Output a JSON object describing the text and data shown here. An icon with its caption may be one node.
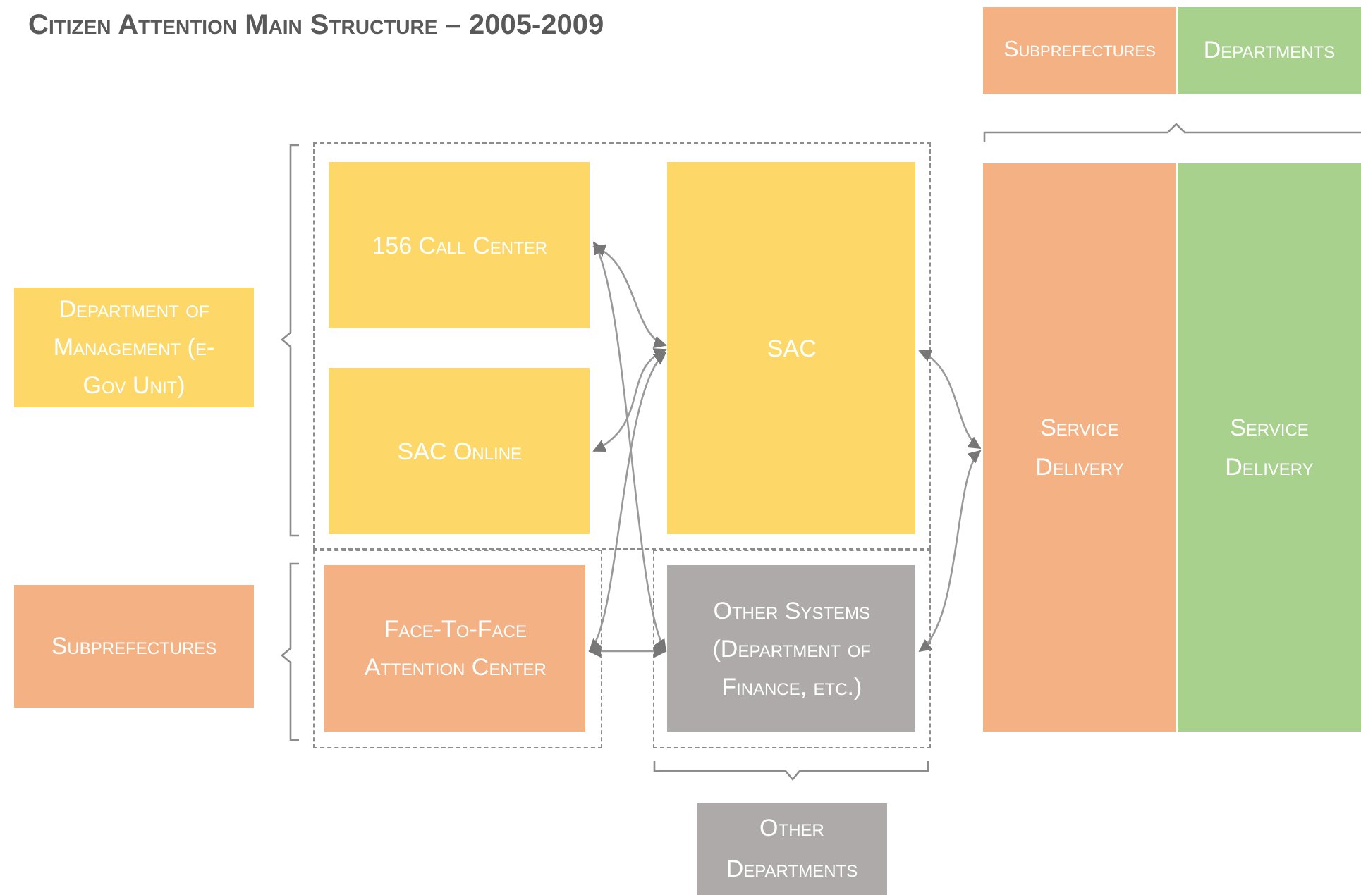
{
  "diagram": {
    "title": "Citizen Attention Main Structure – 2005-2009",
    "nodes": [
      {
        "text": [
          "Department of Management (e-Gov Unit)"
        ]
      },
      {
        "text": [],
        "shape": "box"
      },
      {
        "text": [
          "156 Call Center"
        ],
        "in": 1
      },
      {
        "text": [
          "SAC Online"
        ],
        "in": 1
      },
      {
        "text": [
          "SAC"
        ],
        "in": 1
      },
      {
        "text": [
          "Subprefectures"
        ]
      },
      {
        "text": [],
        "shape": "box"
      },
      {
        "text": [
          "Face-To-Face Attention Center"
        ],
        "in": 6
      },
      {
        "text": [],
        "shape": "box"
      },
      {
        "text": [
          "Other Systems (Department of Finance, etc.)"
        ],
        "in": 8
      },
      {
        "text": [
          "Other Departments"
        ]
      },
      {
        "text": [
          "Subprefectures"
        ]
      },
      {
        "text": [
          "Departments"
        ]
      },
      {
        "text": [
          "Service Delivery"
        ]
      },
      {
        "text": [
          "Service Delivery"
        ]
      }
    ],
    "edges": [
      {
        "from": 2,
        "to": 4,
        "arrow": "both"
      },
      {
        "from": 3,
        "to": 4,
        "arrow": "both"
      },
      {
        "from": 2,
        "to": 9,
        "arrow": "both"
      },
      {
        "from": 4,
        "to": 7,
        "arrow": "both"
      },
      {
        "from": 7,
        "to": 9,
        "arrow": "both"
      },
      {
        "from": 4,
        "to": 13,
        "arrow": "both"
      },
      {
        "from": 9,
        "to": 13,
        "arrow": "both"
      }
    ]
  }
}
